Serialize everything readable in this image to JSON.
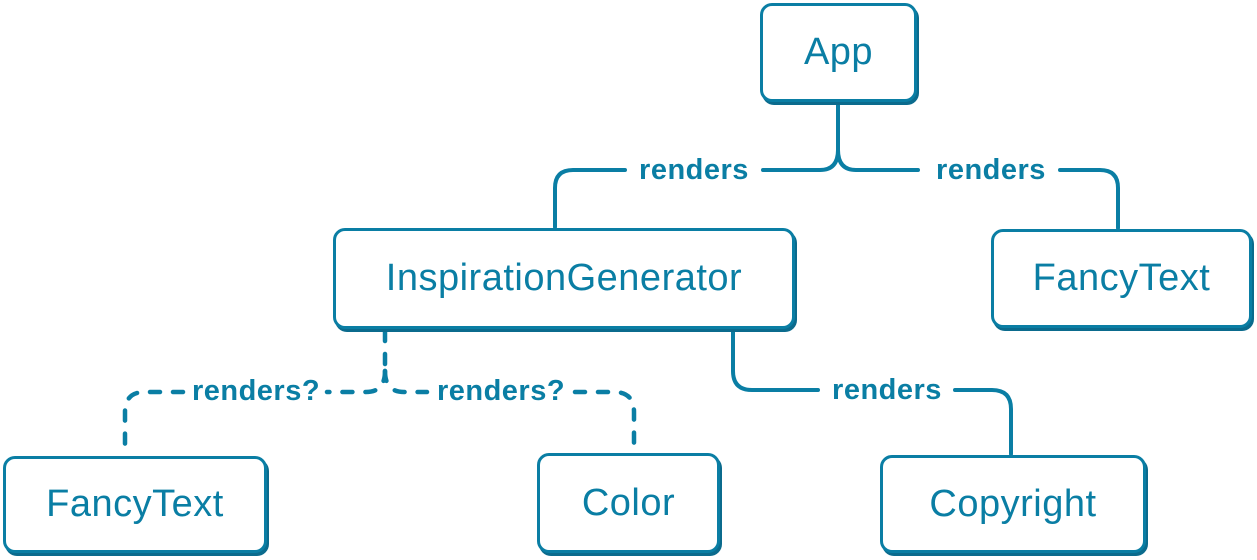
{
  "diagram": {
    "type": "component-render-tree",
    "colors": {
      "accent": "#0a7ea4",
      "shadow": "#0b6b8d",
      "background": "#ffffff",
      "node_fill": "#ffffff"
    },
    "nodes": [
      {
        "id": "app",
        "label": "App"
      },
      {
        "id": "inspiration-generator",
        "label": "InspirationGenerator"
      },
      {
        "id": "fancy-text-top",
        "label": "FancyText"
      },
      {
        "id": "fancy-text-bottom",
        "label": "FancyText"
      },
      {
        "id": "color",
        "label": "Color"
      },
      {
        "id": "copyright",
        "label": "Copyright"
      }
    ],
    "edges": [
      {
        "from": "App",
        "to": "InspirationGenerator",
        "label": "renders",
        "style": "solid"
      },
      {
        "from": "App",
        "to": "FancyText",
        "label": "renders",
        "style": "solid"
      },
      {
        "from": "InspirationGenerator",
        "to": "Copyright",
        "label": "renders",
        "style": "solid"
      },
      {
        "from": "InspirationGenerator",
        "to": "FancyText",
        "label": "renders?",
        "style": "dashed"
      },
      {
        "from": "InspirationGenerator",
        "to": "Color",
        "label": "renders?",
        "style": "dashed"
      }
    ]
  }
}
